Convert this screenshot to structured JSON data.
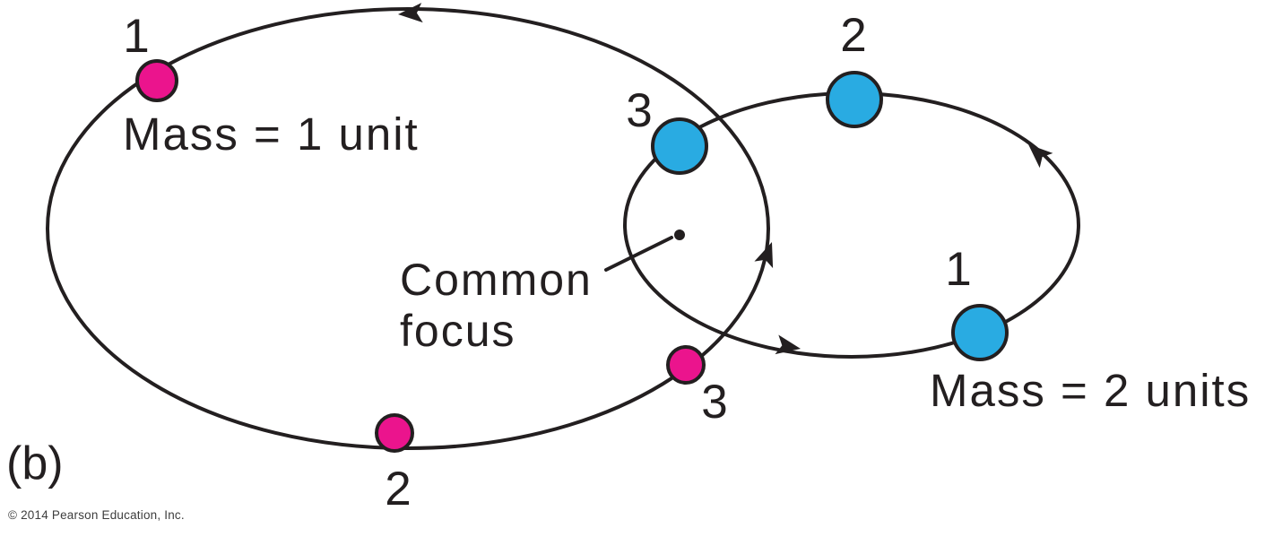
{
  "figure": {
    "panel_label": "(b)",
    "copyright": "© 2014 Pearson Education, Inc.",
    "annotation": {
      "common_focus": "Common\nfocus"
    }
  },
  "colors": {
    "mass1_body": "#EB148D",
    "mass2_body": "#29ABE2",
    "ink": "#231F20"
  },
  "bodies": {
    "mass1": {
      "caption": "Mass = 1 unit",
      "color": "#EB148D",
      "positions": [
        "1",
        "2",
        "3"
      ]
    },
    "mass2": {
      "caption": "Mass = 2 units",
      "color": "#29ABE2",
      "positions": [
        "1",
        "2",
        "3"
      ]
    }
  }
}
